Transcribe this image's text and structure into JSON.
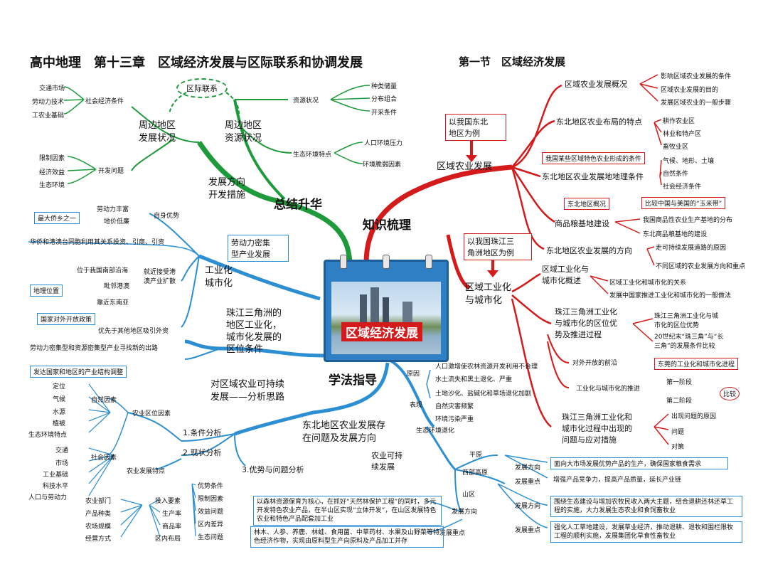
{
  "header": {
    "title_main": "高中地理　第十三章　区域经济发展与区际联系和协调发展",
    "title_sub": "第一节　区域经济发展"
  },
  "center": {
    "label": "区域经济发展"
  },
  "branches": {
    "summary": "总结升华",
    "knowledge": "知识梳理",
    "method": "学法指导"
  },
  "summary": {
    "regional_link": "区际联系",
    "surround_dev": "周边地区\n发展状况",
    "surround_res": "周边地区\n资源状况",
    "dev_direction": "发展方向\n开发措施",
    "social_cond": "社会经济条件",
    "social_items": [
      "交通市场",
      "劳动力技术",
      "工农业基础"
    ],
    "dev_problem": "开发问题",
    "problem_items": [
      "限制因素",
      "经济效益",
      "生态环境"
    ],
    "resource_status": "资源状况",
    "resource_items": [
      "种类储量",
      "分布组合",
      "开采条件"
    ],
    "eco_feature": "生态环境特点",
    "eco_items": [
      "人口环境压力",
      "环境脆弱因素"
    ]
  },
  "industrial": {
    "labor_box": "劳动力密集\n型产业发展",
    "urbanization": "工业化\n城市化",
    "self_adv": "自身优势",
    "self_items": [
      "劳动力丰富",
      "地价低廉"
    ],
    "hometown": "最大侨乡之一",
    "overseas": "华侨和港澳台同胞利用其关系投资、引商、引资",
    "near_hk": "就近接受港\n澳产业扩散",
    "geo_loc": "地理位置",
    "geo_items": [
      "位于我国南部沿海",
      "毗邻港澳",
      "靠近东南亚"
    ],
    "policy": "国家对外开放政策",
    "policy_adv": "优先于其他地区吸引外资",
    "pearl_cond": "珠江三角洲的\n地区工业化，\n城市化发展的\n区位条件",
    "labor_out": "劳动力密集型和资源密集型产业寻找新的出路",
    "adjust": "发达国家和地区的产业结构调整"
  },
  "agriculture_analysis": {
    "title": "对区域农业可持续\n发展——分析思路",
    "step1": "1.条件分析",
    "step2": "2.现状分析",
    "step3": "3.优势与问题分析",
    "location_factor": "农业区位因素",
    "natural": "自然因素",
    "natural_items": [
      "定位",
      "气候",
      "水源",
      "植被",
      "生态环境特点"
    ],
    "social": "社会因素",
    "social_items": [
      "交通",
      "市场",
      "工业基础",
      "科技水平",
      "人口与劳动力"
    ],
    "features": "农业发展特点",
    "feature_items": [
      "农业部门",
      "产品种类",
      "农场规模",
      "经营方式"
    ],
    "metrics": [
      "投入要素",
      "生产率",
      "商品率",
      "区内布局"
    ],
    "adv_items": [
      "优势条件",
      "限制因素",
      "效益问题",
      "区内差异",
      "生态问题"
    ]
  },
  "northeast": {
    "title": "东北地区农业发展存\n在问题及发展方向",
    "cause": "原因",
    "cause_items": [
      "人口激增使农林资源开发利用不合理",
      "水土流失和黑土退化、严重"
    ],
    "show": "表现",
    "show_items": [
      "土地沙化、盐碱化和草场退化加剧",
      "自然灾害频繁",
      "环境污染严重"
    ],
    "eco_degrade": "生态环境退化",
    "sustainable": "农业可持\n续发展",
    "plain": "平原",
    "west_plateau": "西部高原",
    "mountain": "山区",
    "direction": "发展方向",
    "focus": "发展重点",
    "plain_dir": "面向大市场发展优势产品的生产，确保国家粮食需求",
    "plain_focus": "增强产品竞争力，提高产品质量，延长产业链",
    "west_dir": "围绕生态建设与增加农牧民收入两大主题，结合退耕还林还草工程的实施，大力发展生态农业和食饲畜牧业",
    "west_focus": "强化人工草地建设，发展草业经济，推动退耕、退牧和围栏限牧工程的顺利实施，发展集团化草食性畜牧业",
    "mtn_dir": "以森林资源保育为核心，在抓好“天然林保护工程”的同时，多元开发特色农业产品，在半山区实现“立体开发”，在山区发展特色农业和特色产品配套加工业",
    "mtn_focus": "林木、人参、养鹿、林蛙、食用菌、中草药材、水果及山野菜等特色经济作物，实现由原料型生产向原料及产品加工并存"
  },
  "agri_dev": {
    "example": "以我国东北\n地区为例",
    "title": "区域农业发展",
    "overview": "区域农业发展概况",
    "overview_items": [
      "影响区域农业发展的条件",
      "区域农业发展的目的",
      "发展区域农业的一般步骤"
    ],
    "layout": "东北地区农业布局的特点",
    "layout_items": [
      "耕作农业区",
      "林业和特产区",
      "畜牧业区"
    ],
    "formation": "我国某些区域特色农业形成的条件",
    "geo_cond": "东北地区农业发展地地理条件",
    "geo_items": [
      "气候、地形、土壤",
      "自然条件",
      "社会经济条件"
    ],
    "ne_overview": "东北地区概况",
    "corn_belt": "比较中国与美国的“玉米带”",
    "grain_base": "商品粮基地建设",
    "grain_items": [
      "我国商品性农业生产基地的分布",
      "东北商品粮基地的建设"
    ],
    "direction": "东北地区农业发展的方向",
    "direction_items": [
      "走可持续发展道路的原因",
      "不同区域的农业发展方向和重点"
    ]
  },
  "industry_dev": {
    "example": "以我国珠江三\n角洲地区为例",
    "title": "区域工业化\n与城市化",
    "overview": "区域工业化与\n城市化概述",
    "overview_items": [
      "区域工业化和城市化的关系",
      "发展中国家推进工业化和城市化的一般做法"
    ],
    "location": "珠江三角洲工业化\n与城市化的区位优\n势及推进过程",
    "loc_items": [
      "珠江三角洲工业化与城\n市化的区位优势",
      "20世纪末“珠三角”与“长\n三角”的发展条件比较"
    ],
    "opening": "对外开放的前沿",
    "dongguan": "东莞的工业化和城市化进程",
    "advance": "工业化与城市化的推进",
    "stage1": "第一阶段",
    "stage2": "第二阶段",
    "compare": "比较",
    "problems": "珠江三角洲工业化和\n城市化过程中出现的\n问题与应对措施",
    "problem_items": [
      "出现问题的原因",
      "问题",
      "对策"
    ]
  }
}
